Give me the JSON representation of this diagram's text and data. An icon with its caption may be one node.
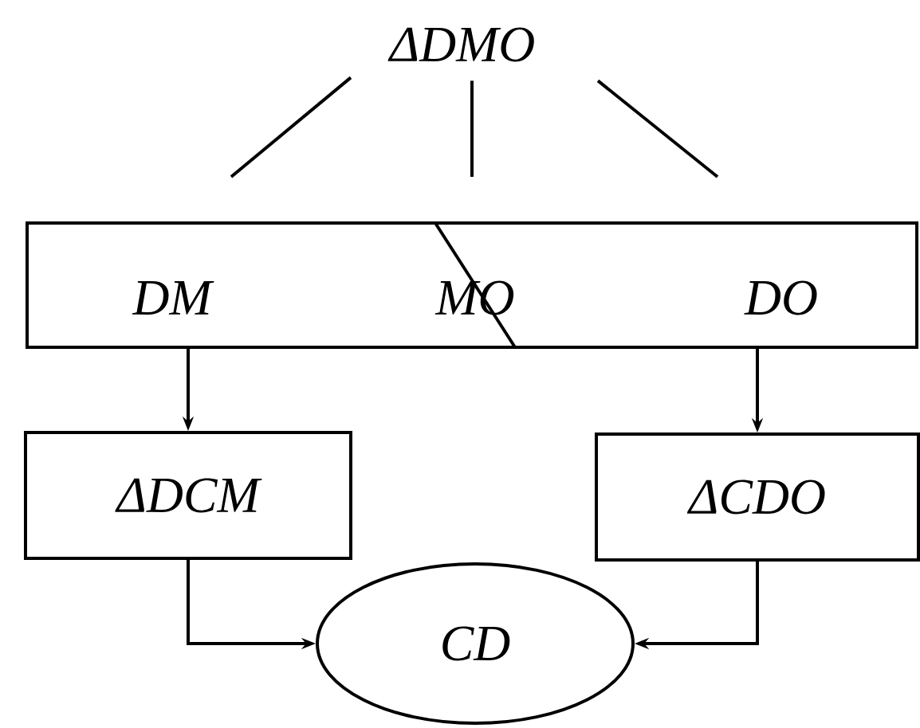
{
  "diagram": {
    "nodes": [
      {
        "text": [
          "ΔDMO"
        ]
      },
      {
        "text": [
          "DM",
          "MO",
          "DO"
        ]
      },
      {
        "text": [
          "ΔDCM"
        ]
      },
      {
        "text": [
          "ΔCDO"
        ]
      },
      {
        "text": [
          "CD"
        ]
      }
    ],
    "edges": [
      {
        "from": 0,
        "to": 1,
        "arrow": "none"
      },
      {
        "from": 0,
        "to": 1,
        "arrow": "none"
      },
      {
        "from": 0,
        "to": 1,
        "arrow": "none"
      },
      {
        "from": 1,
        "to": 2,
        "arrow": "to"
      },
      {
        "from": 1,
        "to": 3,
        "arrow": "to"
      },
      {
        "from": 2,
        "to": 4,
        "arrow": "to"
      },
      {
        "from": 3,
        "to": 4,
        "arrow": "to"
      }
    ]
  }
}
